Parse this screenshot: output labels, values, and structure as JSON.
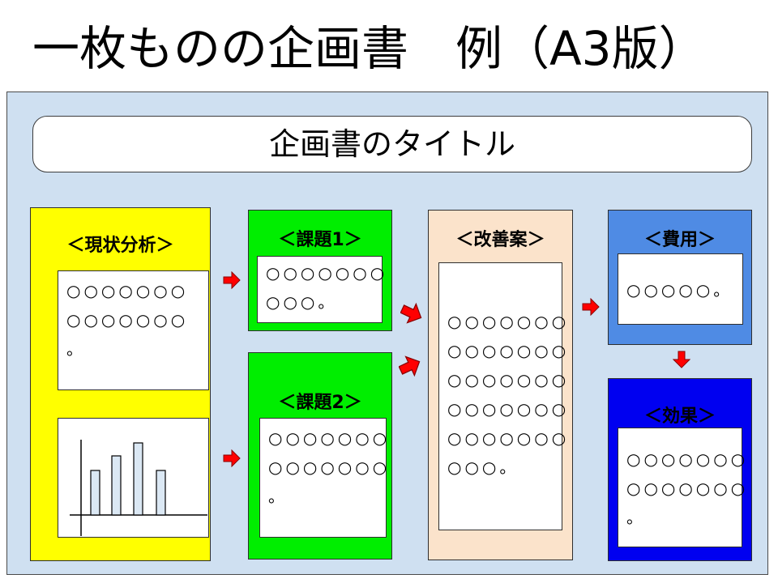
{
  "page": {
    "title": "一枚ものの企画書　例（A3版）"
  },
  "template": {
    "doc_title": "企画書のタイトル",
    "colors": {
      "board": "#cfe0f1",
      "analysis": "#ffff00",
      "issue": "#00ee00",
      "proposal": "#fbe3cb",
      "cost": "#4f8be4",
      "effect": "#0000f0",
      "arrow": "#ff0000"
    },
    "sections": {
      "analysis": {
        "heading": "＜現状分析＞",
        "lines": [
          "○○○○○○○",
          "○○○○○○○",
          "。"
        ],
        "chart_icon": "bar-chart-icon"
      },
      "issue1": {
        "heading": "＜課題1＞",
        "lines": [
          "○○○○○○○",
          "○○○。"
        ]
      },
      "issue2": {
        "heading": "＜課題2＞",
        "lines": [
          "○○○○○○○",
          "○○○○○○○",
          "。"
        ]
      },
      "proposal": {
        "heading": "＜改善案＞",
        "lines": [
          "○○○○○○○",
          "○○○○○○○",
          "○○○○○○○",
          "○○○○○○○",
          "○○○○○○○",
          "○○○。"
        ]
      },
      "cost": {
        "heading": "＜費用＞",
        "lines": [
          "○○○○○。"
        ]
      },
      "effect": {
        "heading": "＜効果＞",
        "lines": [
          "○○○○○○○",
          "○○○○○○○",
          "。"
        ]
      }
    }
  }
}
